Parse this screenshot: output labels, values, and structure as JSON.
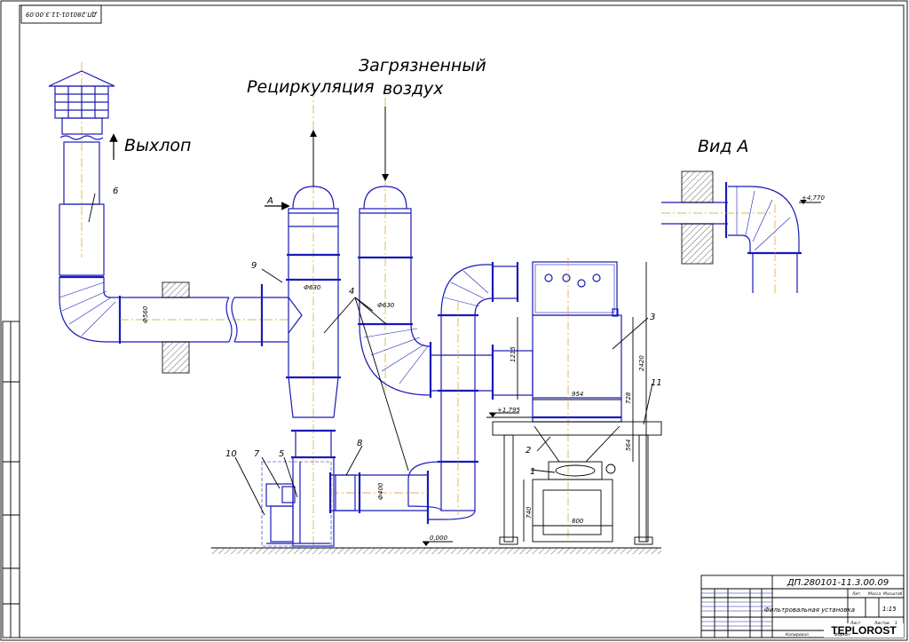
{
  "stamp_code_rotated": "ДП.280101-11.3.00.09",
  "headers": {
    "recirculation": "Рециркуляция",
    "polluted_air_line1": "Загрязненный",
    "polluted_air_line2": "воздух",
    "exhaust": "Выхлоп",
    "view_a": "Вид А",
    "section_marker": "А"
  },
  "positions": {
    "p1": "1",
    "p2": "2",
    "p3": "3",
    "p4": "4",
    "p5": "5",
    "p6": "6",
    "p7": "7",
    "p8": "8",
    "p9": "9",
    "p10": "10",
    "p11": "11"
  },
  "dimensions": {
    "d630_left": "Ф630",
    "d630_right": "Ф630",
    "d560": "Ф560",
    "d400": "Ф400",
    "w954": "954",
    "w800": "800",
    "h728": "728",
    "h1215": "1215",
    "h2420": "2420",
    "h564": "564",
    "h740": "740",
    "level_1795": "+1,795",
    "level_0": "0,000",
    "level_4770": "+4,770"
  },
  "title_block": {
    "document_code": "ДП.280101-11.3.00.09",
    "title": "Фильтровальная установка",
    "scale": "1:15",
    "mass_label": "Масса",
    "scale_label": "Масштаб",
    "lit_label": "Лит.",
    "sheet_label": "Лист",
    "sheets_label": "Листов",
    "sheets_count": "1",
    "copied_label": "Копировал",
    "format_label": "Формат"
  },
  "watermark": "TEPLOROST"
}
